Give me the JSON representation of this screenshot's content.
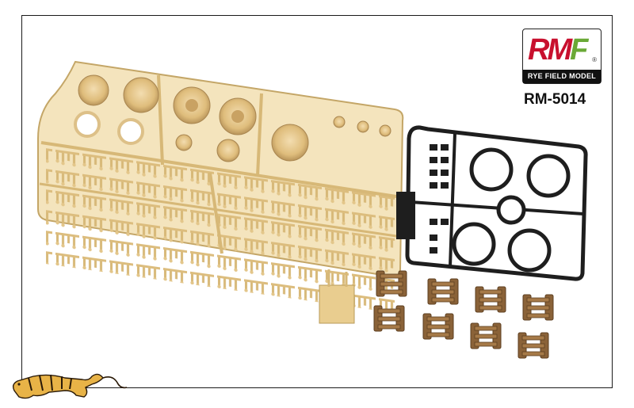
{
  "logo": {
    "letters_1": "R",
    "letters_2": "M",
    "letters_3": "F",
    "registered": "®",
    "brand_name": "RYE FIELD MODEL"
  },
  "product": {
    "code": "RM-5014"
  },
  "colors": {
    "sprue_tan": "#e9cd8f",
    "sprue_outline": "#b89a58",
    "sprue_black": "#1e1e1e",
    "track_brown": "#8a6238",
    "frame": "#1a1a1a",
    "logo_red": "#c8102e",
    "logo_green": "#6aa936"
  },
  "mascot": {
    "icon": "tiger-icon"
  }
}
